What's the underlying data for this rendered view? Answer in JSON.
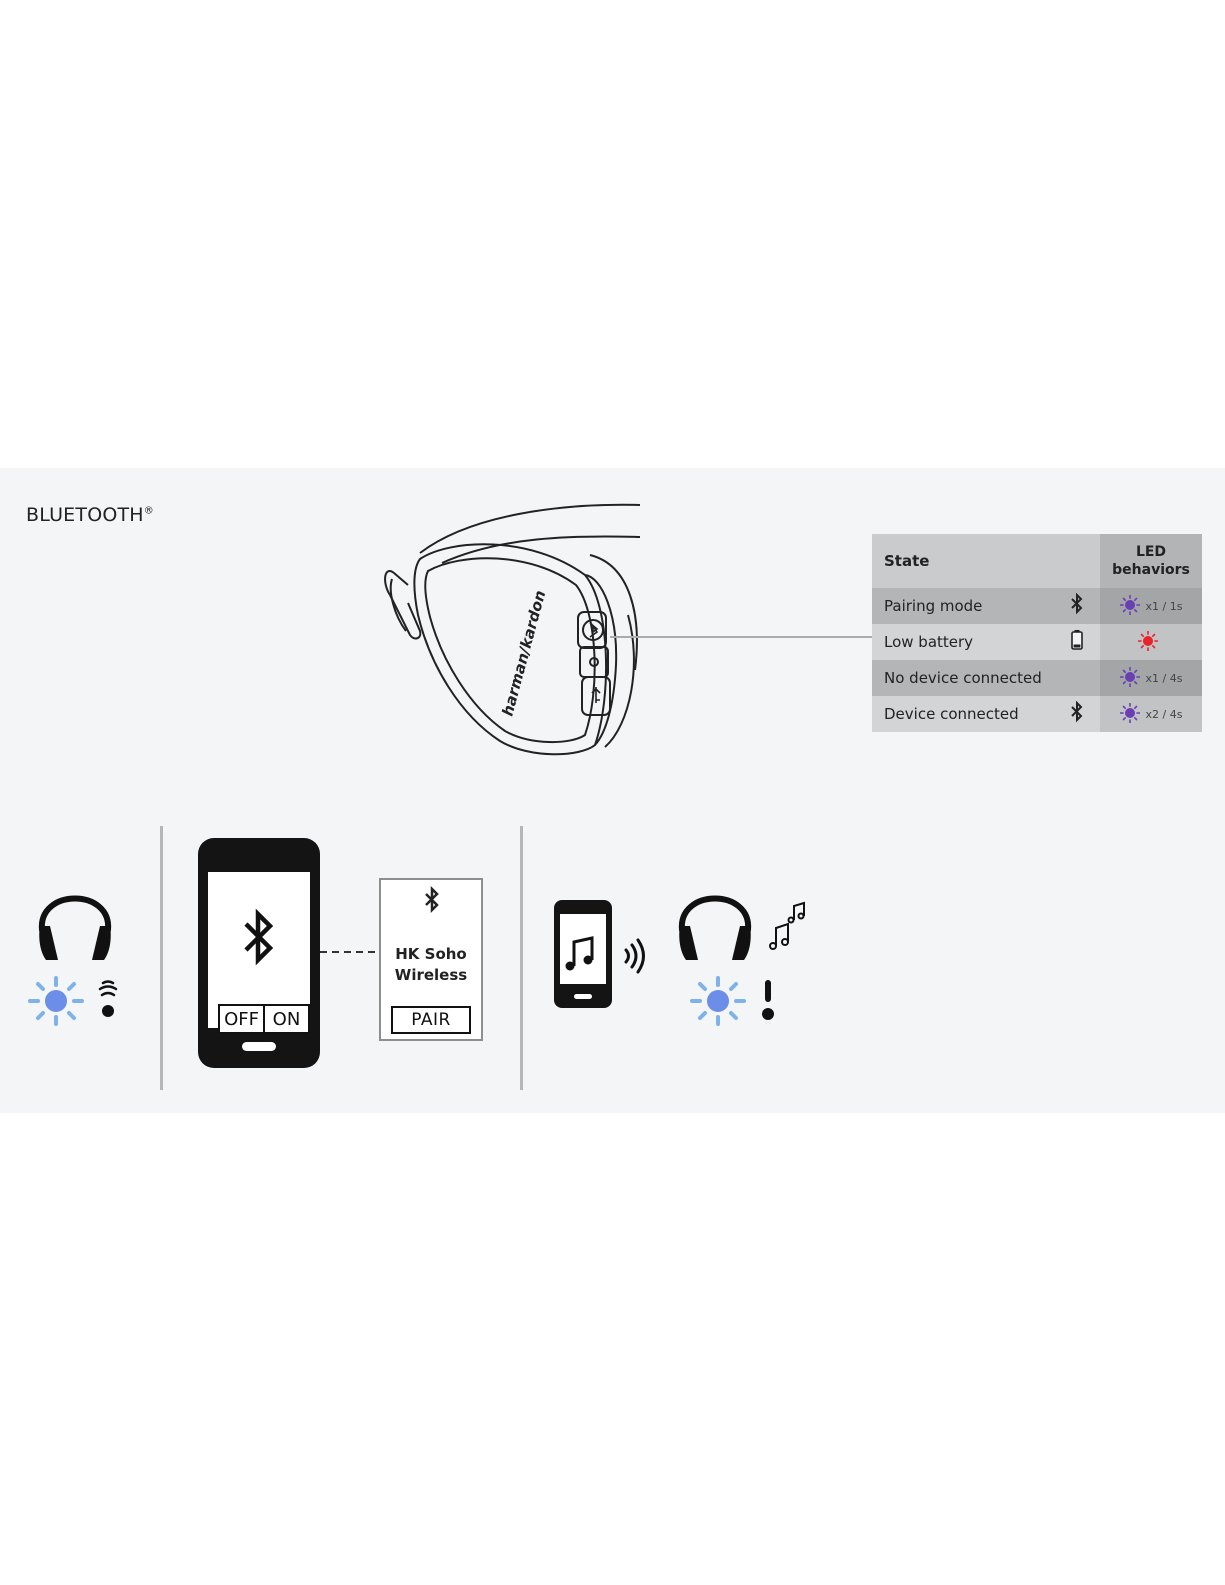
{
  "section": {
    "title": "BLUETOOTH",
    "mark": "®"
  },
  "headphone": {
    "brand": "harman/kardon"
  },
  "led_table": {
    "header": {
      "state": "State",
      "led_line1": "LED",
      "led_line2": "behaviors"
    },
    "rows": [
      {
        "state": "Pairing mode",
        "icon": "bluetooth-icon",
        "led_color": "#6a3fb5",
        "led_text": "x1 / 1s",
        "shade": "dark"
      },
      {
        "state": "Low battery",
        "icon": "battery-low-icon",
        "led_color": "#e8232b",
        "led_text": "",
        "shade": "light"
      },
      {
        "state": "No device connected",
        "icon": "",
        "led_color": "#6a3fb5",
        "led_text": "x1 / 4s",
        "shade": "dark"
      },
      {
        "state": "Device connected",
        "icon": "bluetooth-icon",
        "led_color": "#6a3fb5",
        "led_text": "x2 / 4s",
        "shade": "light"
      }
    ]
  },
  "phone_screen": {
    "off": "OFF",
    "on": "ON"
  },
  "pair_dialog": {
    "name_line1": "HK Soho",
    "name_line2": "Wireless",
    "button": "PAIR"
  },
  "colors": {
    "led_blue": "#6d8ee8",
    "led_ray": "#7fb2e8",
    "led_purple": "#6a3fb5",
    "led_red": "#e8232b"
  }
}
